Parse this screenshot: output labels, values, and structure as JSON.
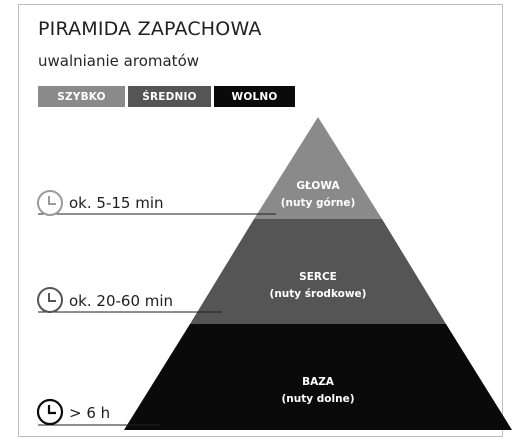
{
  "header": {
    "title": "PIRAMIDA ZAPACHOWA",
    "subtitle": "uwalnianie aromatów"
  },
  "speed_legend": [
    {
      "label": "SZYBKO",
      "color": "#8a8a8a"
    },
    {
      "label": "ŚREDNIO",
      "color": "#555555"
    },
    {
      "label": "WOLNO",
      "color": "#0a0a0a"
    }
  ],
  "pyramid": {
    "top": {
      "name": "GŁOWA",
      "sub": "(nuty górne)",
      "color": "#8a8a8a"
    },
    "middle": {
      "name": "SERCE",
      "sub": "(nuty środkowe)",
      "color": "#555555"
    },
    "base": {
      "name": "BAZA",
      "sub": "(nuty dolne)",
      "color": "#0a0a0a"
    }
  },
  "times": [
    {
      "label": "ok. 5-15 min",
      "icon": "clock-icon"
    },
    {
      "label": "ok. 20-60 min",
      "icon": "clock-icon"
    },
    {
      "label": "> 6 h",
      "icon": "clock-icon"
    }
  ]
}
